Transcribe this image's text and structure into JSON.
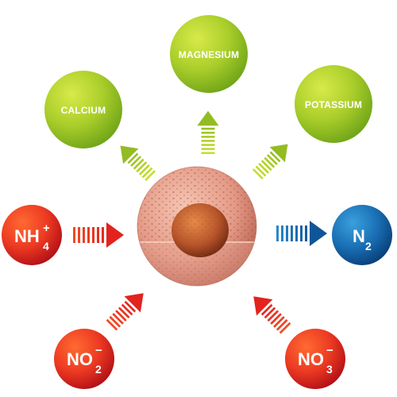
{
  "diagram": {
    "center": {
      "name": "porous mineral sphere"
    },
    "minerals": [
      {
        "key": "calcium",
        "label": "CALCIUM"
      },
      {
        "key": "magnesium",
        "label": "MAGNESIUM"
      },
      {
        "key": "potassium",
        "label": "POTASSIUM"
      }
    ],
    "inputs": [
      {
        "key": "nh4",
        "base": "NH",
        "subscript": "4",
        "superscript": "+"
      },
      {
        "key": "no2",
        "base": "NO",
        "subscript": "2",
        "superscript": "−"
      },
      {
        "key": "no3",
        "base": "NO",
        "subscript": "3",
        "superscript": "−"
      }
    ],
    "outputs": [
      {
        "key": "n2",
        "base": "N",
        "subscript": "2"
      }
    ],
    "colors": {
      "mineral_green_light": "#c7de2a",
      "mineral_green_dark": "#7fb21c",
      "ion_red_light": "#ff5a2a",
      "ion_red_dark": "#c3121a",
      "n2_blue_light": "#2b8ed0",
      "n2_blue_dark": "#0b4b86",
      "sphere_light": "#f2b6a4",
      "sphere_dark": "#c9705f",
      "core_light": "#d87a3a",
      "core_dark": "#7a2e12"
    }
  }
}
